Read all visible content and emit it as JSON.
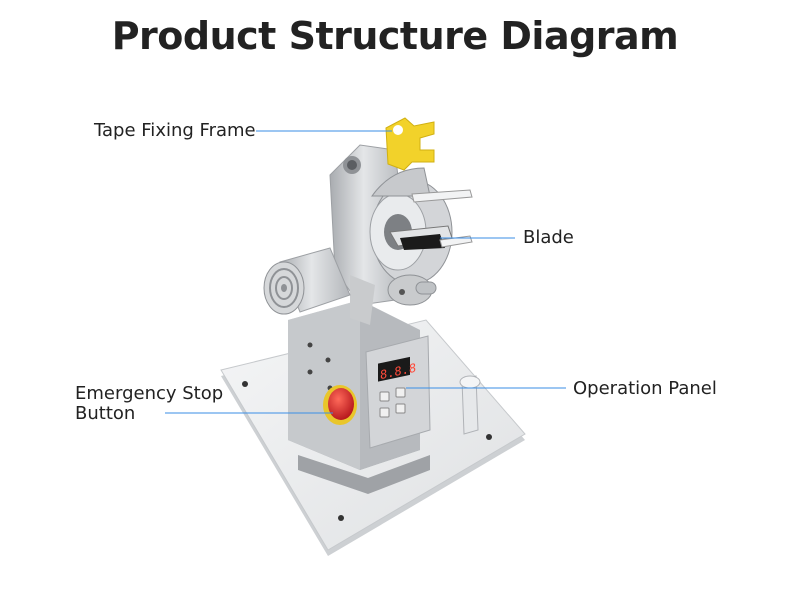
{
  "title": "Product Structure Diagram",
  "labels": {
    "tape_fixing_frame": "Tape Fixing Frame",
    "blade": "Blade",
    "emergency_stop_line1": "Emergency Stop",
    "emergency_stop_line2": "Button",
    "operation_panel": "Operation Panel"
  },
  "panel_display": "8.8.8",
  "colors": {
    "leader_line": "#3a8ee6",
    "frame_yellow": "#f2d22a",
    "stop_red": "#d8262a",
    "aluminium": "#c9cbcd",
    "base_plate": "#eceef0"
  }
}
